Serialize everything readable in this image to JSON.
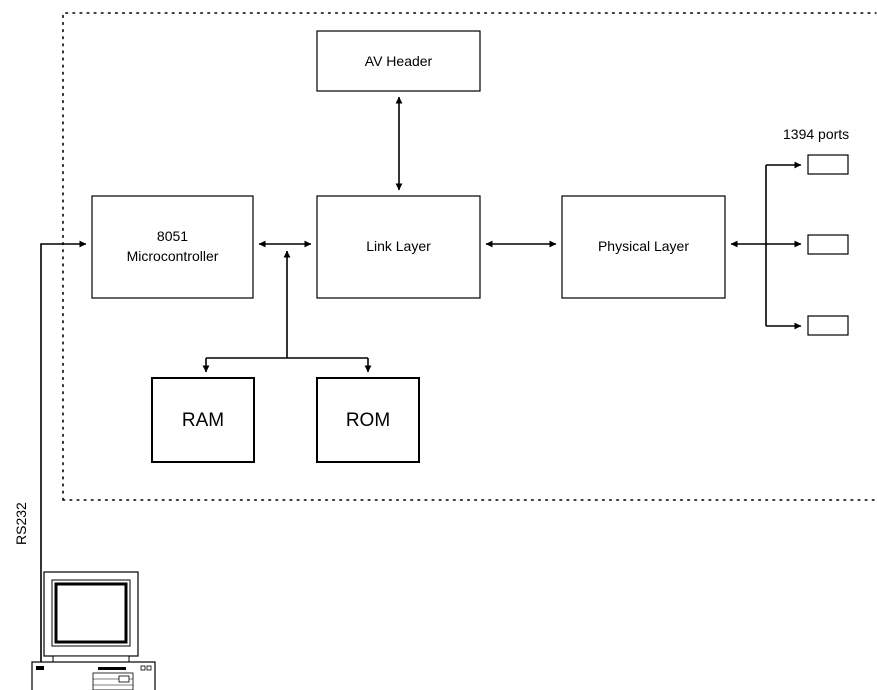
{
  "diagram": {
    "blocks": {
      "av_header": "AV Header",
      "microcontroller_line1": "8051",
      "microcontroller_line2": "Microcontroller",
      "link_layer": "Link Layer",
      "physical_layer": "Physical Layer",
      "ram": "RAM",
      "rom": "ROM"
    },
    "labels": {
      "ports": "1394 ports",
      "serial": "RS232"
    },
    "ports": [
      "port-1",
      "port-2",
      "port-3"
    ],
    "icons": {
      "computer": "desktop-computer-icon"
    }
  }
}
